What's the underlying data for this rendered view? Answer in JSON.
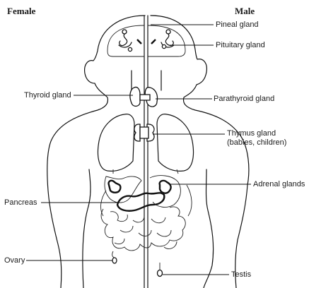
{
  "headings": {
    "female": "Female",
    "male": "Male"
  },
  "labels": {
    "pineal": "Pineal gland",
    "pituitary": "Pituitary gland",
    "thyroid": "Thyroid gland",
    "parathyroid": "Parathyroid gland",
    "thymus_line1": "Thymus gland",
    "thymus_line2": "(babies, children)",
    "adrenal": "Adrenal glands",
    "pancreas": "Pancreas",
    "ovary": "Ovary",
    "testis": "Testis"
  }
}
